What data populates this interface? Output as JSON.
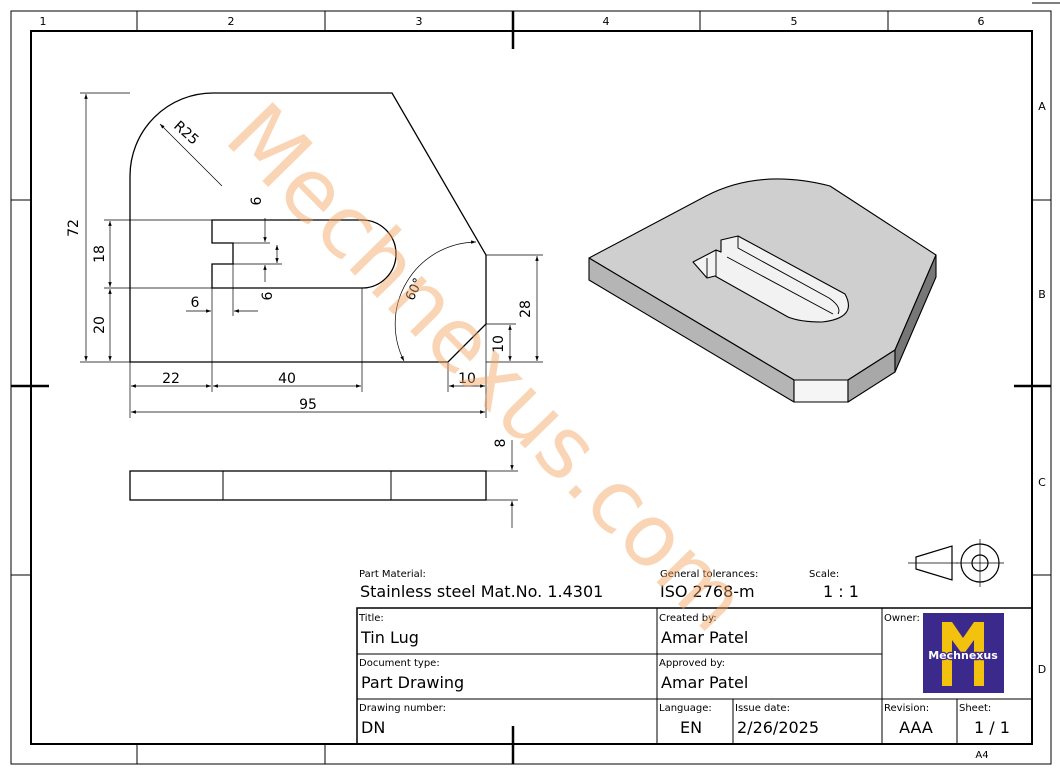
{
  "frame": {
    "columns": [
      "1",
      "2",
      "3",
      "4",
      "5",
      "6"
    ],
    "rows": [
      "A",
      "B",
      "C",
      "D"
    ],
    "paper_size": "A4"
  },
  "dimensions": {
    "radius": "R25",
    "height_total": "72",
    "slot_width": "18",
    "bottom_offset": "20",
    "notch_top": "6",
    "notch_side": "6",
    "notch_height": "6",
    "left_offset": "22",
    "slot_length": "40",
    "chamfer": "10",
    "total_width": "95",
    "angle": "60°",
    "right_height": "28",
    "chamfer_vertical": "10",
    "thickness": "8"
  },
  "watermark": "Mechnexus.com",
  "title_block": {
    "material_label": "Part Material:",
    "material_value": "Stainless steel Mat.No. 1.4301",
    "tolerance_label": "General tolerances:",
    "tolerance_value": "ISO 2768-m",
    "scale_label": "Scale:",
    "scale_value": "1 : 1",
    "title_label": "Title:",
    "title_value": "Tin Lug",
    "created_label": "Created by:",
    "created_value": "Amar Patel",
    "owner_label": "Owner:",
    "doctype_label": "Document type:",
    "doctype_value": "Part Drawing",
    "approved_label": "Approved by:",
    "approved_value": "Amar Patel",
    "drawing_label": "Drawing number:",
    "drawing_value": "DN",
    "language_label": "Language:",
    "language_value": "EN",
    "issue_label": "Issue date:",
    "issue_value": "2/26/2025",
    "revision_label": "Revision:",
    "revision_value": "AAA",
    "sheet_label": "Sheet:",
    "sheet_value": "1 / 1",
    "logo_text": "Mechnexus",
    "logo_colors": {
      "background": "#3b2a8c",
      "letter": "#f2c20f"
    }
  }
}
